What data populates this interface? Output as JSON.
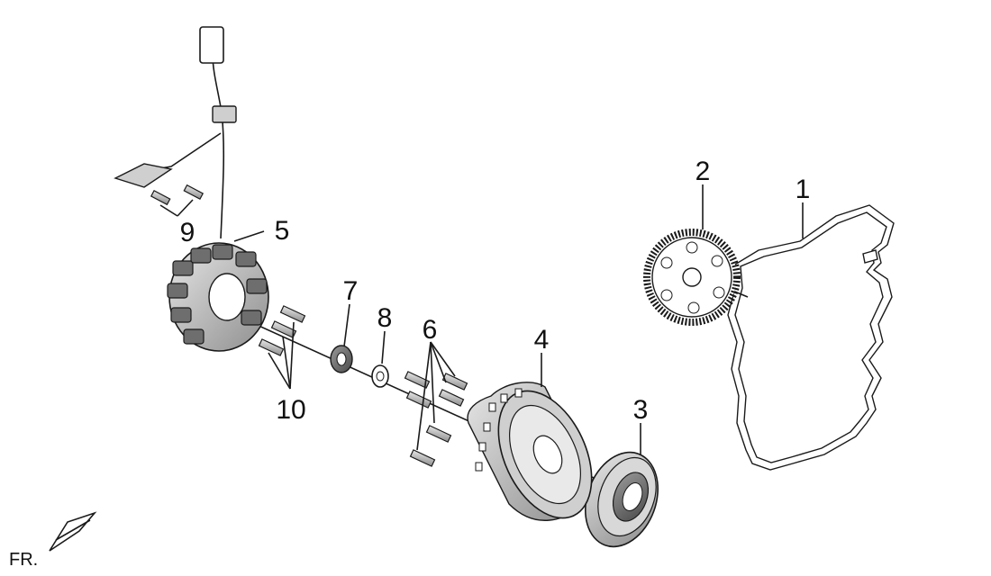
{
  "diagram": {
    "orientation_label": "FR.",
    "callouts": [
      {
        "id": "1",
        "text": "1"
      },
      {
        "id": "2",
        "text": "2"
      },
      {
        "id": "3",
        "text": "3"
      },
      {
        "id": "4",
        "text": "4"
      },
      {
        "id": "5",
        "text": "5"
      },
      {
        "id": "6",
        "text": "6"
      },
      {
        "id": "7",
        "text": "7"
      },
      {
        "id": "8",
        "text": "8"
      },
      {
        "id": "9",
        "text": "9"
      },
      {
        "id": "10",
        "text": "10"
      }
    ]
  }
}
